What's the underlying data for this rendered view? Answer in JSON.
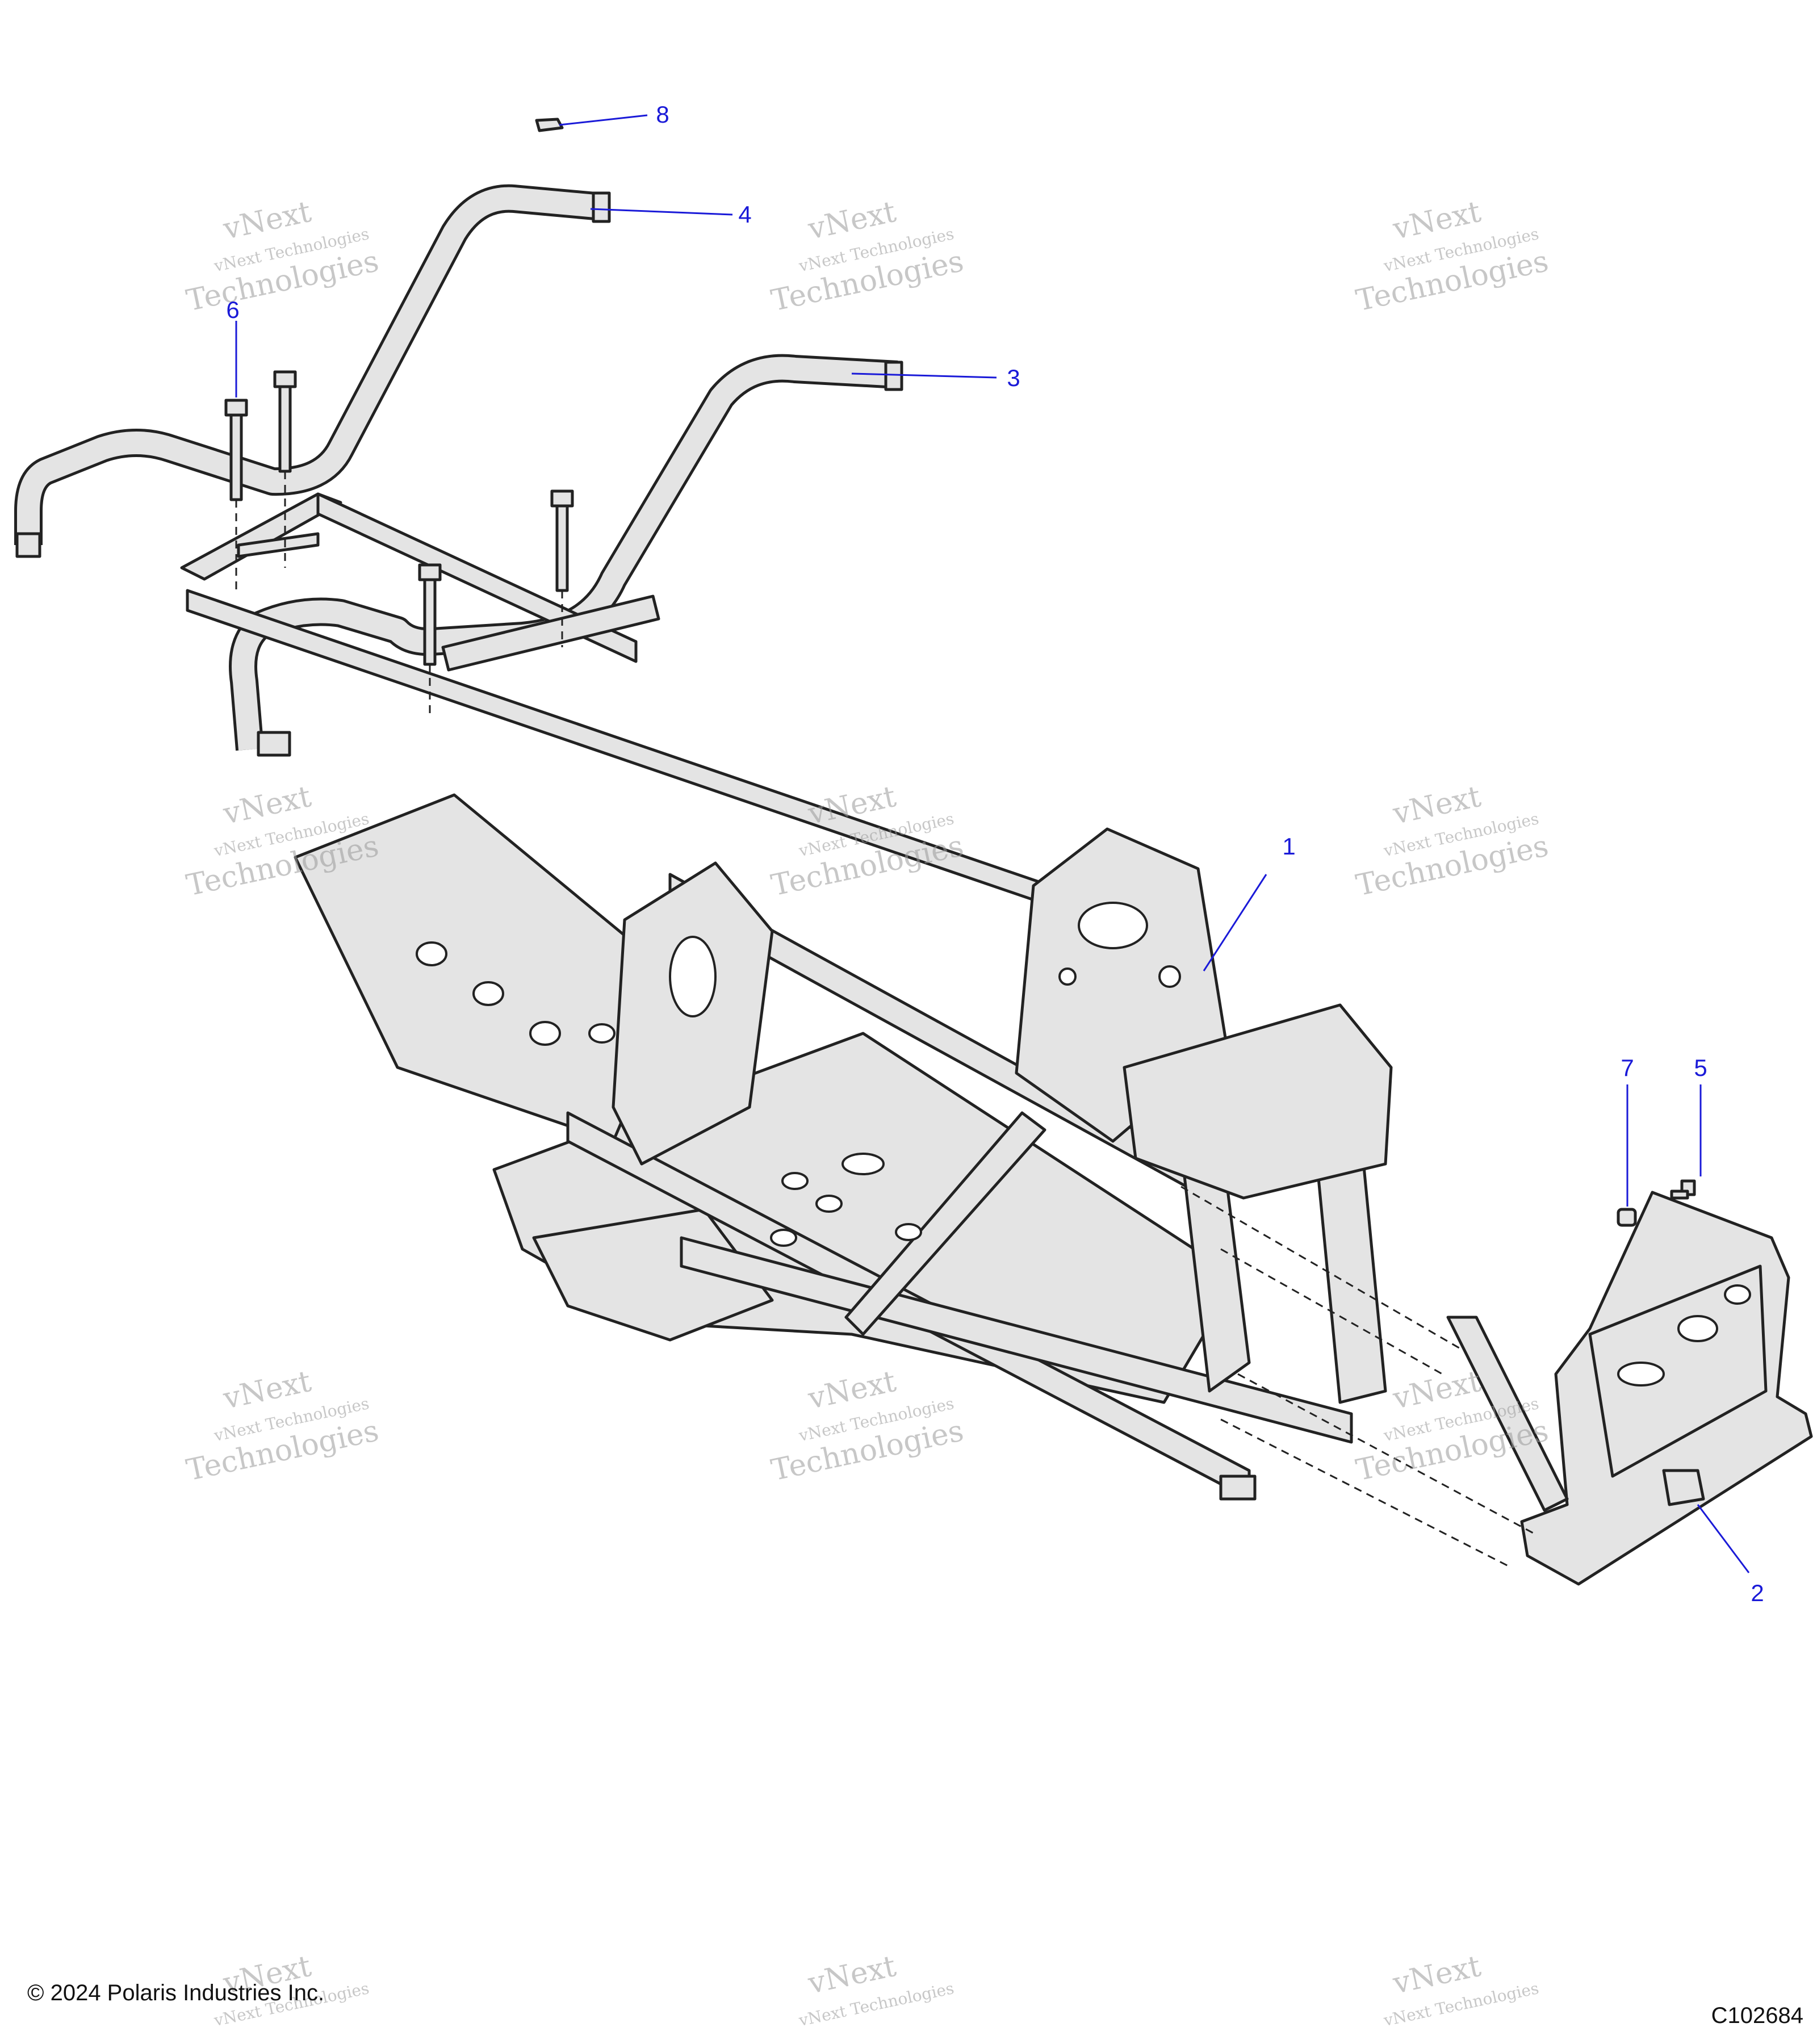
{
  "callouts": [
    {
      "label": "1"
    },
    {
      "label": "2"
    },
    {
      "label": "3"
    },
    {
      "label": "4"
    },
    {
      "label": "5"
    },
    {
      "label": "6"
    },
    {
      "label": "7"
    },
    {
      "label": "8"
    }
  ],
  "watermark": {
    "line1": "vNext",
    "line2": "vNext Technologies",
    "line3": "Technologies"
  },
  "footer": {
    "copyright": "© 2024 Polaris Industries Inc.",
    "drawing_number": "C102684"
  }
}
